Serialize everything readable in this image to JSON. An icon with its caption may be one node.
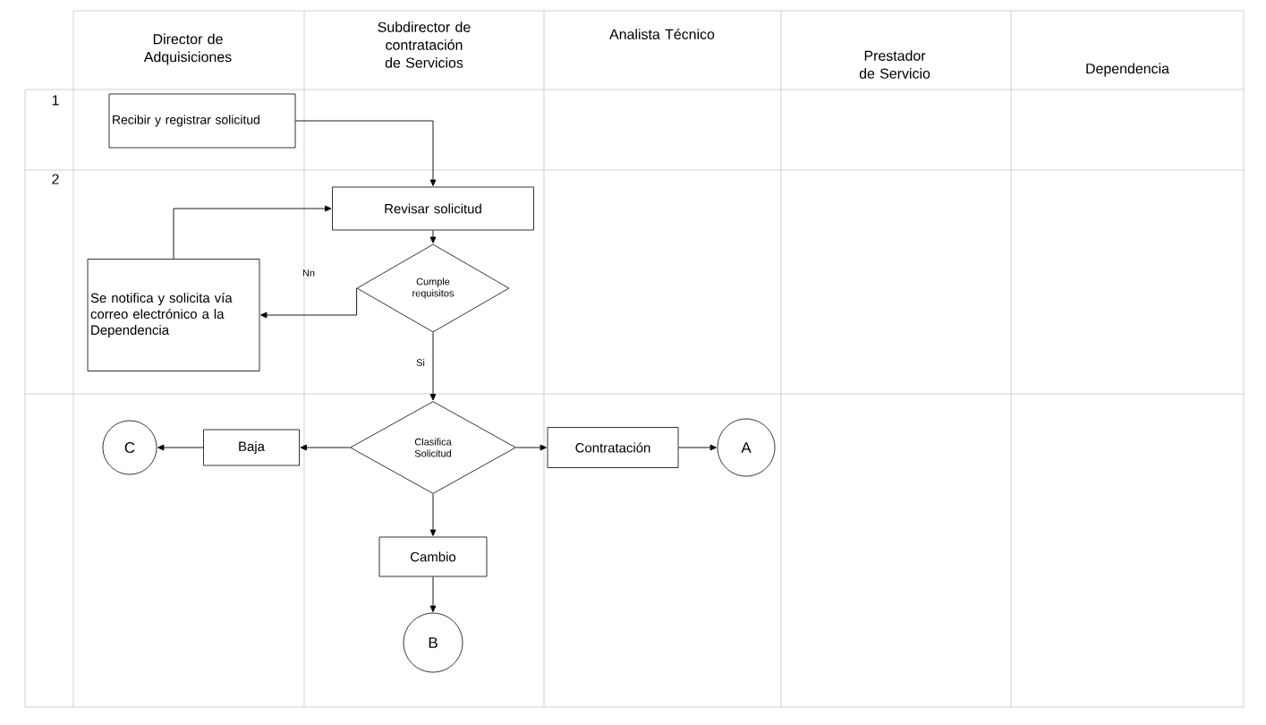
{
  "diagram": {
    "nodes": [
      {
        "text": [
          "Recibir y registrar solicitud"
        ]
      },
      {
        "text": [
          "Revisar solicitud"
        ]
      },
      {
        "text": [
          "Cumple requisitos"
        ]
      },
      {
        "text": [
          "Se notifica y solicita vía correo electrónico a la Dependencia"
        ]
      },
      {
        "text": [
          "Clasifica Solicitud"
        ]
      },
      {
        "text": [
          "Baja"
        ]
      },
      {
        "text": [
          "C"
        ]
      },
      {
        "text": [
          "Contratación"
        ]
      },
      {
        "text": [
          "A"
        ]
      },
      {
        "text": [
          "Cambio"
        ]
      },
      {
        "text": [
          "B"
        ]
      }
    ],
    "edges": [
      {
        "from": 0,
        "to": 1,
        "arrow": "to"
      },
      {
        "from": 1,
        "to": 2,
        "arrow": "to"
      },
      {
        "from": 2,
        "to": 3,
        "arrow": "to",
        "label": "Nn"
      },
      {
        "from": 3,
        "to": 1,
        "arrow": "to"
      },
      {
        "from": 2,
        "to": 4,
        "arrow": "to",
        "label": "Si"
      },
      {
        "from": 4,
        "to": 5,
        "arrow": "to"
      },
      {
        "from": 5,
        "to": 6,
        "arrow": "to"
      },
      {
        "from": 4,
        "to": 7,
        "arrow": "to"
      },
      {
        "from": 7,
        "to": 8,
        "arrow": "to"
      },
      {
        "from": 4,
        "to": 9,
        "arrow": "to"
      },
      {
        "from": 9,
        "to": 10,
        "arrow": "to"
      }
    ],
    "labels": [
      "Director de Adquisiciones",
      "Subdirector de contratación de Servicios",
      "Analista Técnico",
      "Prestador de Servicio",
      "Dependencia",
      "1",
      "2"
    ]
  }
}
